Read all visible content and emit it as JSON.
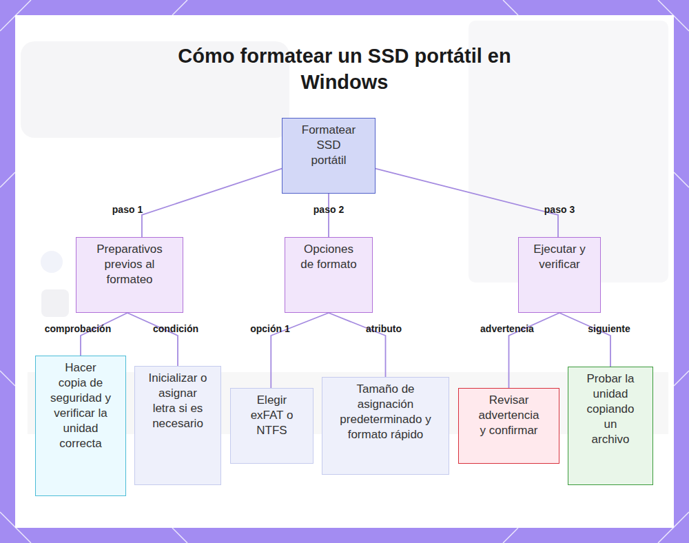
{
  "diagram": {
    "title": "Cómo formatear un SSD portátil en Windows",
    "nodes": [
      {
        "text": [
          "Formatear SSD portátil"
        ]
      },
      {
        "text": [
          "Preparativos previos al formateo"
        ]
      },
      {
        "text": [
          "Opciones de formato"
        ]
      },
      {
        "text": [
          "Ejecutar y verificar"
        ]
      },
      {
        "text": [
          "Hacer copia de seguridad y verificar la unidad correcta"
        ]
      },
      {
        "text": [
          "Inicializar o asignar letra si es necesario"
        ]
      },
      {
        "text": [
          "Elegir exFAT o NTFS"
        ]
      },
      {
        "text": [
          "Tamaño de asignación predeterminado y formato rápido"
        ]
      },
      {
        "text": [
          "Revisar advertencia y confirmar"
        ]
      },
      {
        "text": [
          "Probar la unidad copiando un archivo"
        ]
      }
    ],
    "edges": [
      {
        "from": 0,
        "to": 1,
        "label": "paso 1",
        "arrow": "none"
      },
      {
        "from": 0,
        "to": 2,
        "label": "paso 2",
        "arrow": "none"
      },
      {
        "from": 0,
        "to": 3,
        "label": "paso 3",
        "arrow": "none"
      },
      {
        "from": 1,
        "to": 4,
        "label": "comprobación",
        "arrow": "none"
      },
      {
        "from": 1,
        "to": 5,
        "label": "condición",
        "arrow": "none"
      },
      {
        "from": 2,
        "to": 6,
        "label": "opción 1",
        "arrow": "none"
      },
      {
        "from": 2,
        "to": 7,
        "label": "atributo",
        "arrow": "none"
      },
      {
        "from": 3,
        "to": 8,
        "label": "advertencia",
        "arrow": "none"
      },
      {
        "from": 3,
        "to": 9,
        "label": "siguiente",
        "arrow": "none"
      }
    ]
  }
}
